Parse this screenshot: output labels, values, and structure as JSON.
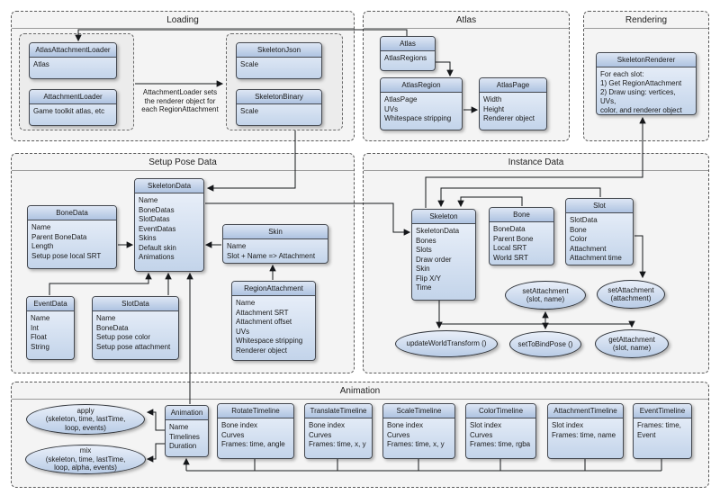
{
  "sections": {
    "loading": {
      "title": "Loading"
    },
    "atlas": {
      "title": "Atlas"
    },
    "rendering": {
      "title": "Rendering"
    },
    "setup": {
      "title": "Setup Pose Data"
    },
    "instance": {
      "title": "Instance Data"
    },
    "animation": {
      "title": "Animation"
    }
  },
  "notes": {
    "loaderNote": "AttachmentLoader sets\nthe renderer object for\neach RegionAttachment"
  },
  "classes": {
    "atlasAttachmentLoader": {
      "name": "AtlasAttachmentLoader",
      "body": "Atlas"
    },
    "attachmentLoader": {
      "name": "AttachmentLoader",
      "body": "Game toolkit atlas, etc"
    },
    "skeletonJson": {
      "name": "SkeletonJson",
      "body": "Scale"
    },
    "skeletonBinary": {
      "name": "SkeletonBinary",
      "body": "Scale"
    },
    "atlasClass": {
      "name": "Atlas",
      "body": "AtlasRegions"
    },
    "atlasRegion": {
      "name": "AtlasRegion",
      "body": "AtlasPage\nUVs\nWhitespace stripping"
    },
    "atlasPage": {
      "name": "AtlasPage",
      "body": "Width\nHeight\nRenderer object"
    },
    "skeletonRenderer": {
      "name": "SkeletonRenderer",
      "body": "For each slot:\n1) Get RegionAttachment\n2) Draw using: vertices, UVs,\ncolor, and renderer object"
    },
    "skeletonData": {
      "name": "SkeletonData",
      "body": "Name\nBoneDatas\nSlotDatas\nEventDatas\nSkins\nDefault skin\nAnimations"
    },
    "boneData": {
      "name": "BoneData",
      "body": "Name\nParent BoneData\nLength\nSetup pose local SRT"
    },
    "skin": {
      "name": "Skin",
      "body": "Name\nSlot + Name => Attachment"
    },
    "eventData": {
      "name": "EventData",
      "body": "Name\nInt\nFloat\nString"
    },
    "slotData": {
      "name": "SlotData",
      "body": "Name\nBoneData\nSetup pose color\nSetup pose attachment"
    },
    "regionAttachment": {
      "name": "RegionAttachment",
      "body": "Name\nAttachment SRT\nAttachment offset\nUVs\nWhitespace stripping\nRenderer object"
    },
    "skeleton": {
      "name": "Skeleton",
      "body": "SkeletonData\nBones\nSlots\nDraw order\nSkin\nFlip X/Y\nTime"
    },
    "bone": {
      "name": "Bone",
      "body": "BoneData\nParent Bone\nLocal SRT\nWorld SRT"
    },
    "slot": {
      "name": "Slot",
      "body": "SlotData\nBone\nColor\nAttachment\nAttachment time"
    },
    "animationClass": {
      "name": "Animation",
      "body": "Name\nTimelines\nDuration"
    },
    "rotateTimeline": {
      "name": "RotateTimeline",
      "body": "Bone index\nCurves\nFrames: time, angle"
    },
    "translateTimeline": {
      "name": "TranslateTimeline",
      "body": "Bone index\nCurves\nFrames: time, x, y"
    },
    "scaleTimeline": {
      "name": "ScaleTimeline",
      "body": "Bone index\nCurves\nFrames: time, x, y"
    },
    "colorTimeline": {
      "name": "ColorTimeline",
      "body": "Slot index\nCurves\nFrames: time, rgba"
    },
    "attachmentTimeline": {
      "name": "AttachmentTimeline",
      "body": "Slot index\nFrames: time, name"
    },
    "eventTimeline": {
      "name": "EventTimeline",
      "body": "Frames: time,\nEvent"
    }
  },
  "ellipses": {
    "setAttachmentSlotName": "setAttachment\n(slot, name)",
    "setAttachmentAttachment": "setAttachment\n(attachment)",
    "updateWorldTransform": "updateWorldTransform ()",
    "setToBindPose": "setToBindPose ()",
    "getAttachment": "getAttachment\n(slot, name)",
    "apply": "apply\n(skeleton, time, lastTime,\nloop, events)",
    "mix": "mix\n(skeleton, time, lastTime,\nloop, alpha, events)"
  },
  "colors": {
    "box_header": "#aec3e1",
    "box_body": "#c3d4ea",
    "box_border": "#44484f",
    "section_bg": "#f4f4f4",
    "line": "#15171a"
  }
}
